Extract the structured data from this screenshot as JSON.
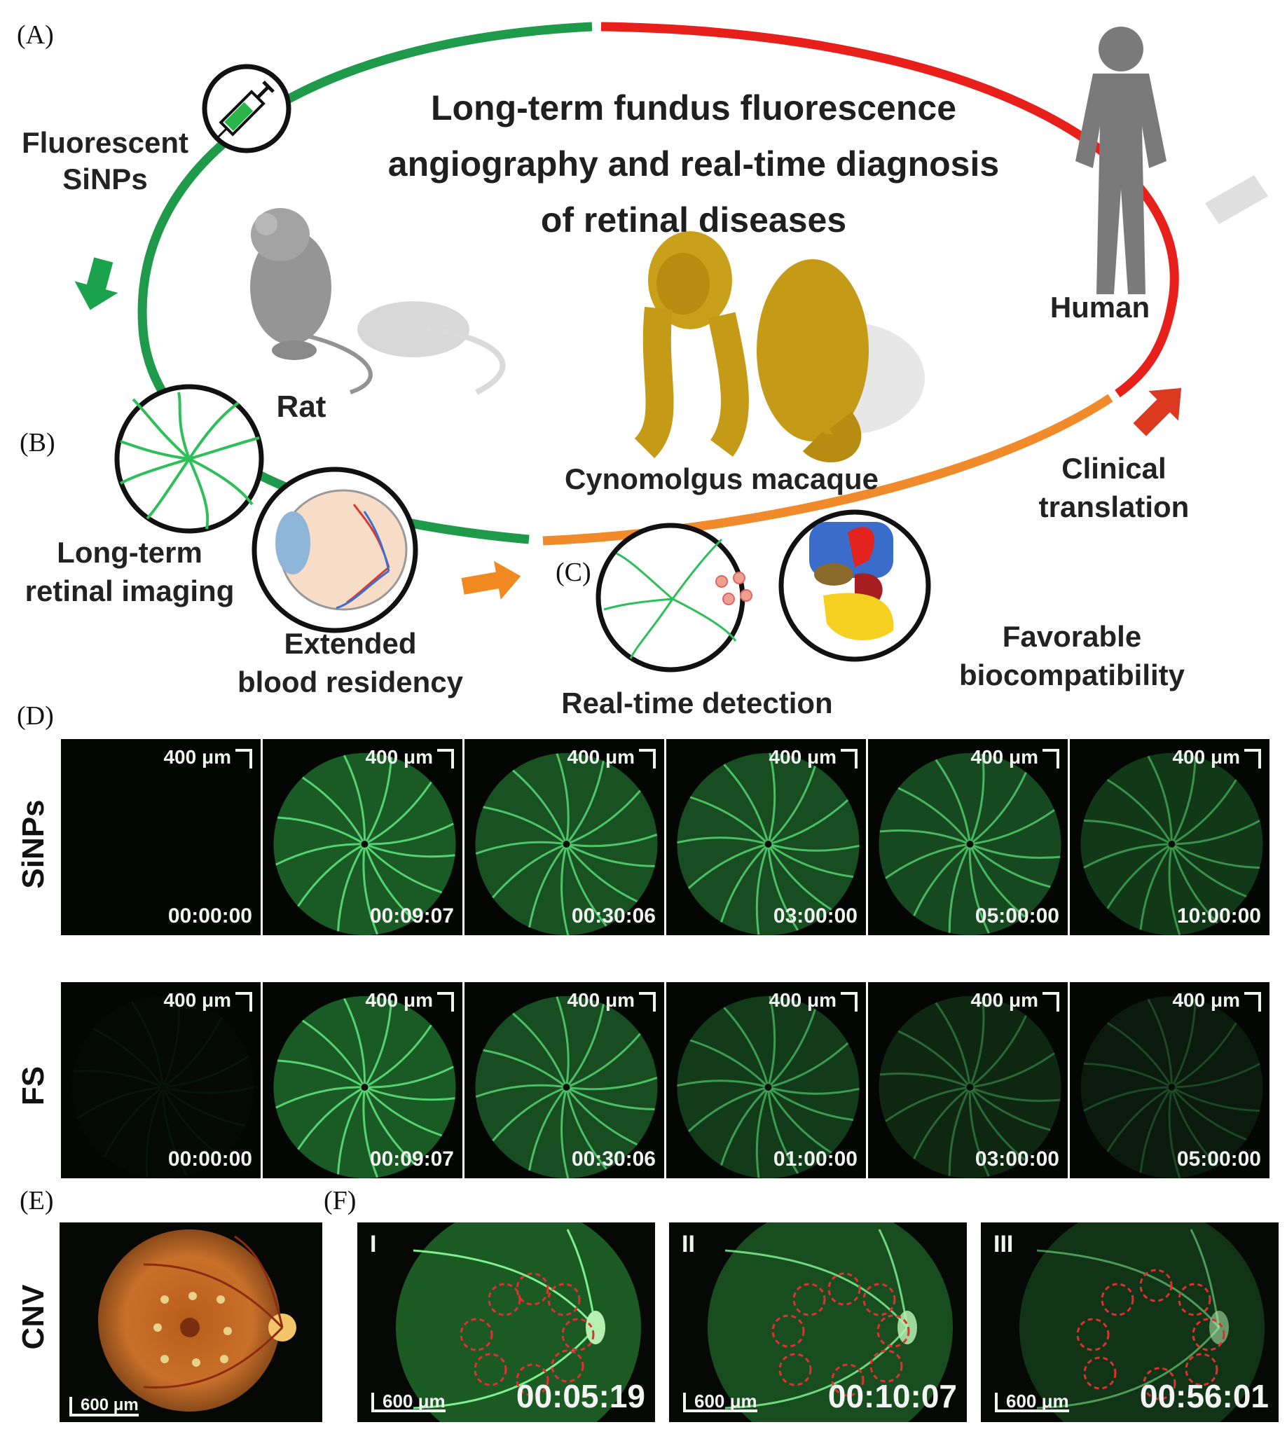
{
  "panels": {
    "a": "(A)",
    "b": "(B)",
    "c": "(C)",
    "d": "(D)",
    "e": "(E)",
    "f": "(F)"
  },
  "overview": {
    "title_lines": [
      "Long-term fundus fluorescence",
      "angiography and real-time diagnosis",
      "of retinal diseases"
    ],
    "fluorescent_sinps": [
      "Fluorescent",
      "SiNPs"
    ],
    "rat": "Rat",
    "human": "Human",
    "macaque": "Cynomolgus macaque",
    "clinical_translation": [
      "Clinical",
      "translation"
    ],
    "long_term_imaging": [
      "Long-term",
      "retinal imaging"
    ],
    "extended_residency": [
      "Extended",
      "blood residency"
    ],
    "realtime_detection": "Real-time detection",
    "biocompatibility": [
      "Favorable",
      "biocompatibility"
    ]
  },
  "angiography": {
    "scale": "400 μm",
    "rows": [
      {
        "label": "SiNPs",
        "times": [
          "00:00:00",
          "00:09:07",
          "00:30:06",
          "03:00:00",
          "05:00:00",
          "10:00:00"
        ],
        "brightness": [
          0,
          1.0,
          0.9,
          0.85,
          0.8,
          0.6
        ]
      },
      {
        "label": "FS",
        "times": [
          "00:00:00",
          "00:09:07",
          "00:30:06",
          "01:00:00",
          "03:00:00",
          "05:00:00"
        ],
        "brightness": [
          0.05,
          1.0,
          0.85,
          0.65,
          0.4,
          0.25
        ]
      }
    ]
  },
  "cnv": {
    "label": "CNV",
    "scale": "600 μm"
  },
  "cnv_detection": {
    "scale": "600 μm",
    "frames": [
      {
        "roman": "I",
        "time": "00:05:19"
      },
      {
        "roman": "II",
        "time": "00:10:07"
      },
      {
        "roman": "III",
        "time": "00:56:01"
      }
    ]
  },
  "colors": {
    "green_arc": "#1e9a4a",
    "red_arc": "#e8201c",
    "orange_arc": "#f08a2a",
    "vessel": "#2fbf5a",
    "fundus": "#c8702a"
  }
}
